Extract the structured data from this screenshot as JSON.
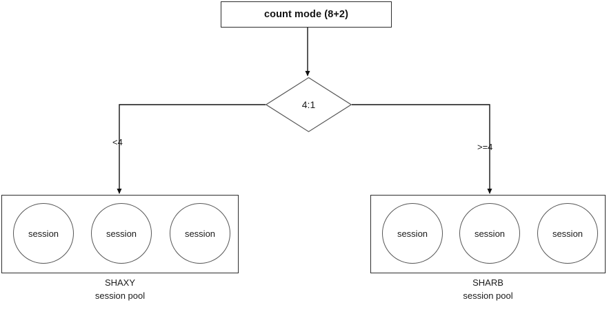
{
  "diagram": {
    "type": "flowchart",
    "title_node": {
      "label": "count mode (8+2)",
      "shape": "process-box"
    },
    "decision_node": {
      "label": "4:1",
      "shape": "diamond"
    },
    "branches": [
      {
        "label": "<4",
        "target": "SHAXY"
      },
      {
        "label": ">=4",
        "target": "SHARB"
      }
    ],
    "pools": [
      {
        "name": "SHAXY",
        "caption_line1": "SHAXY",
        "caption_line2": "session pool",
        "sessions": [
          {
            "label": "session"
          },
          {
            "label": "session"
          },
          {
            "label": "session"
          }
        ]
      },
      {
        "name": "SHARB",
        "caption_line1": "SHARB",
        "caption_line2": "session pool",
        "sessions": [
          {
            "label": "session"
          },
          {
            "label": "session"
          },
          {
            "label": "session"
          }
        ]
      }
    ],
    "colors": {
      "stroke": "#2b2b2b",
      "circle_stroke": "#555555",
      "text": "#1a1a1a",
      "background": "#ffffff"
    }
  }
}
